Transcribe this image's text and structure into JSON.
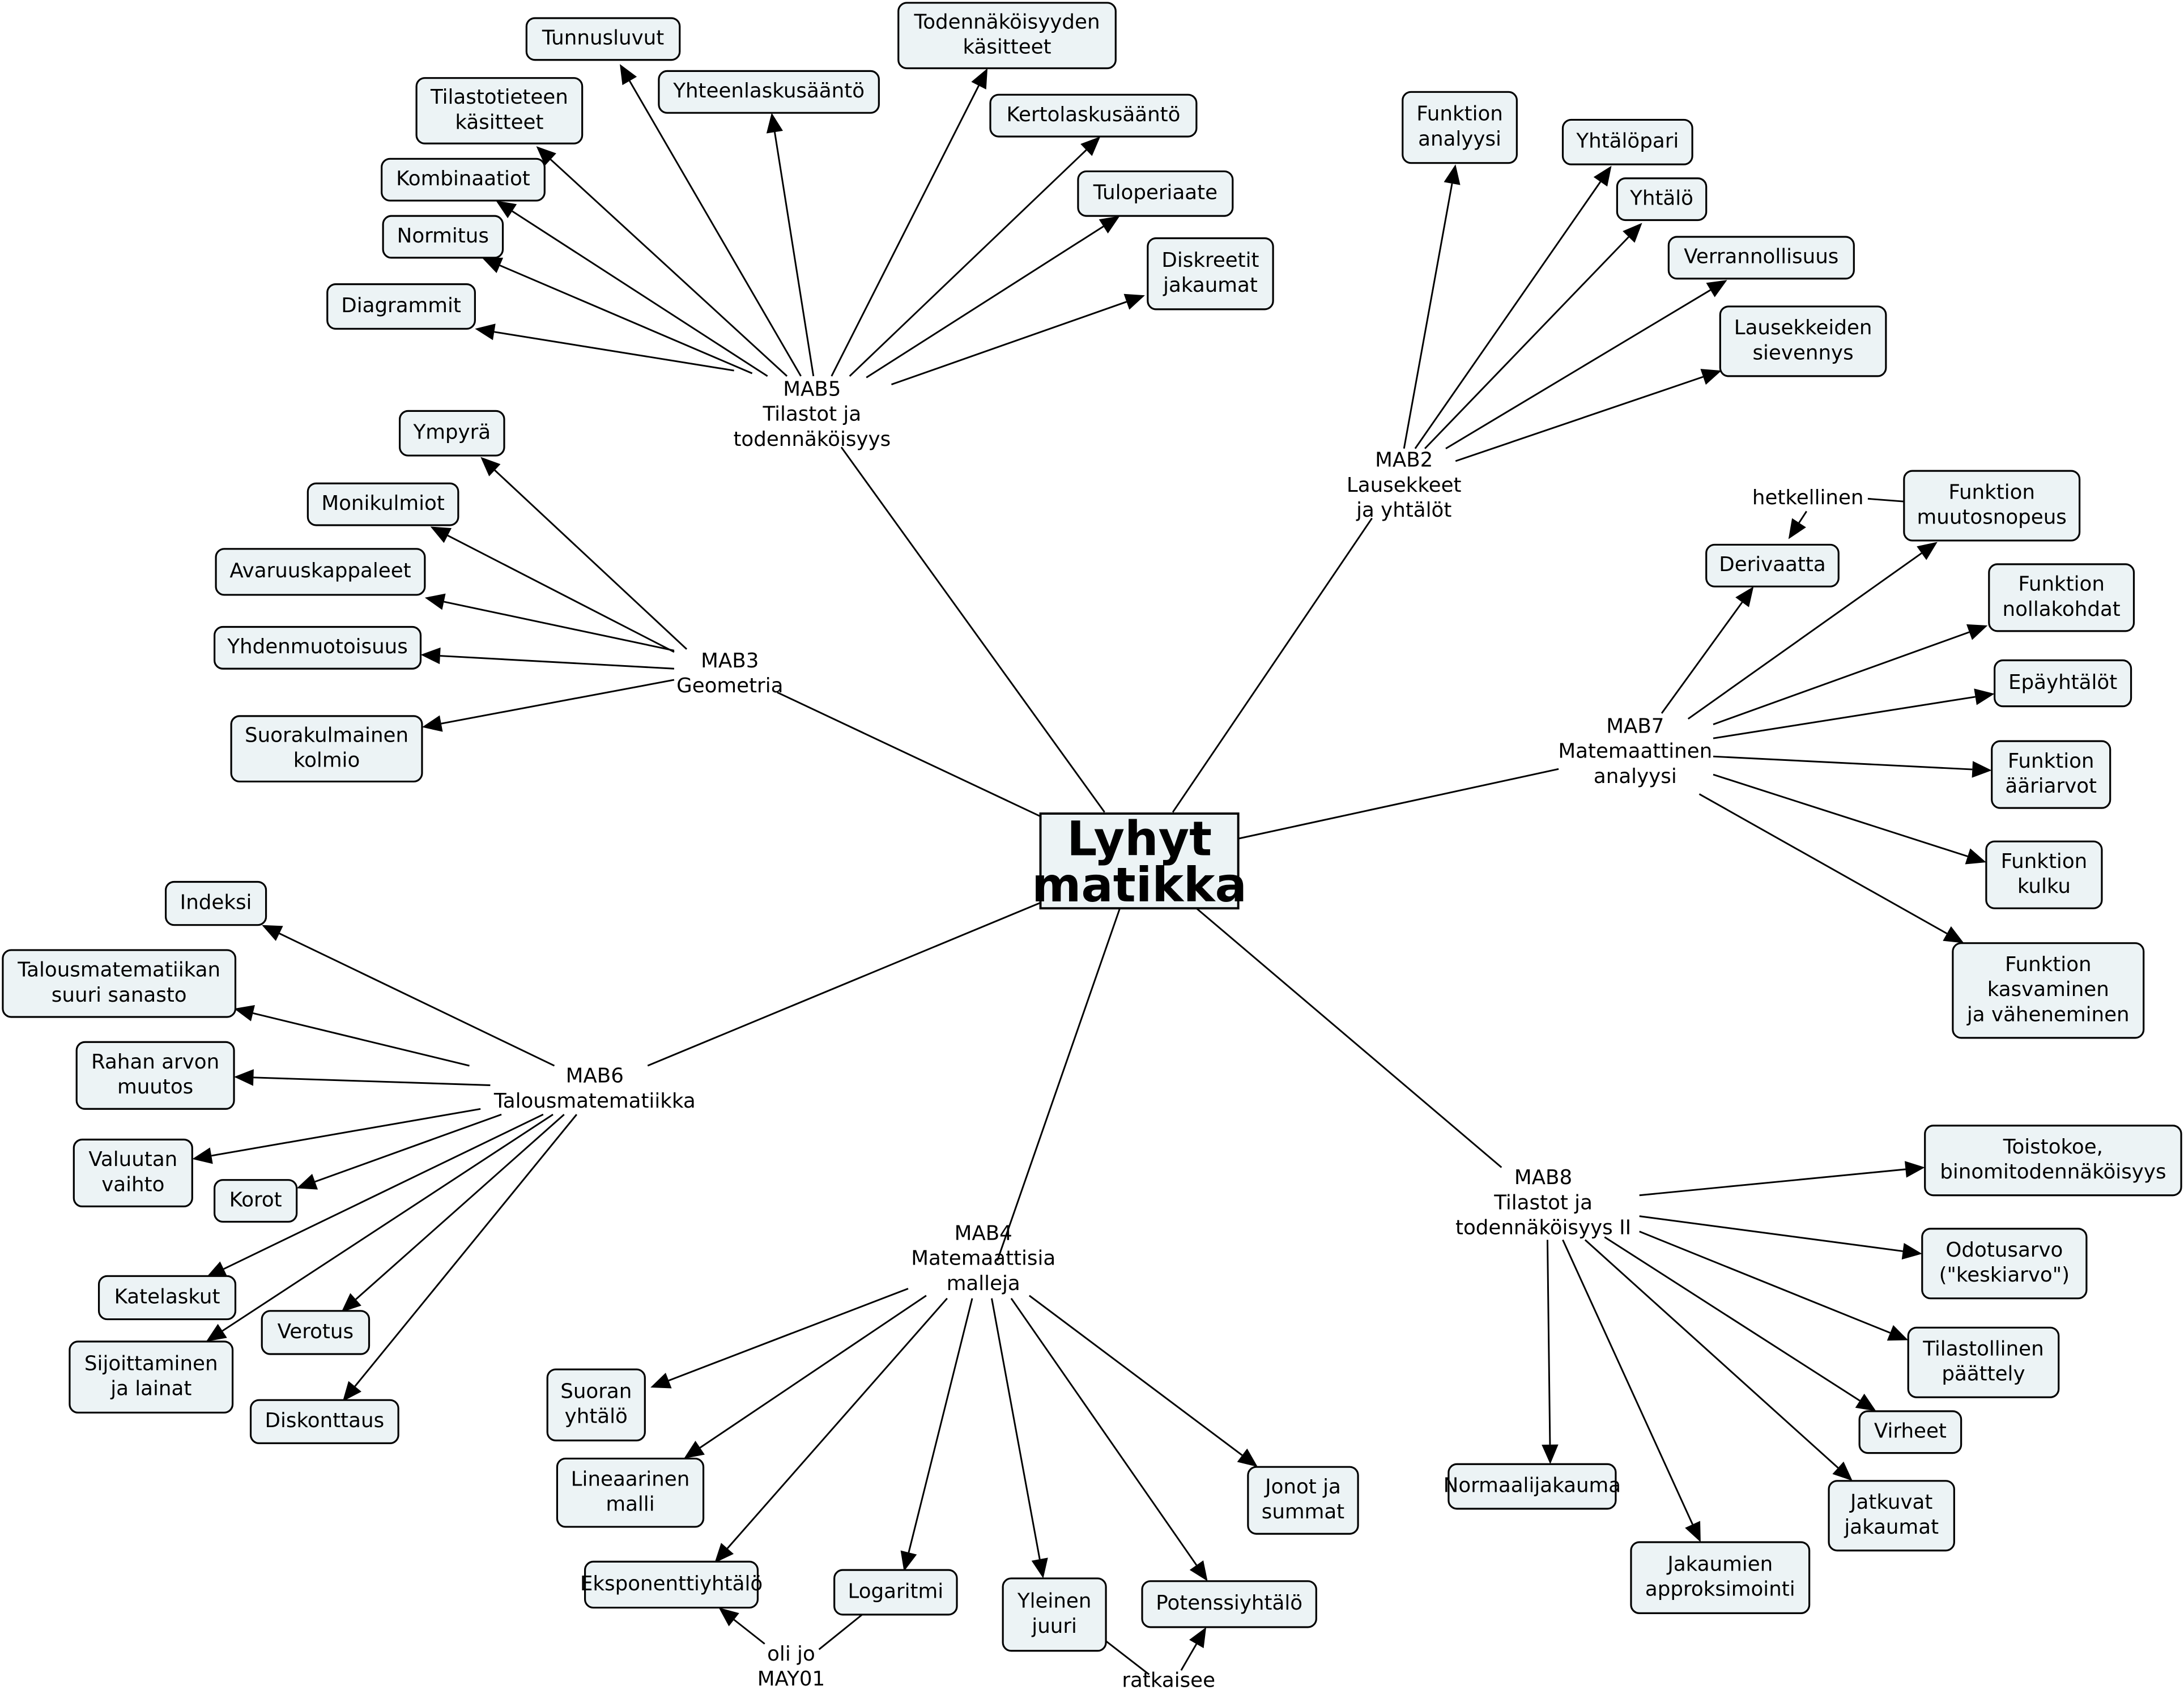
{
  "root": {
    "id": "root",
    "label": [
      "Lyhyt",
      "matikka"
    ]
  },
  "hubs": [
    {
      "id": "mab5",
      "label": [
        "MAB5",
        "Tilastot ja",
        "todennäköisyys"
      ]
    },
    {
      "id": "mab2",
      "label": [
        "MAB2",
        "Lausekkeet",
        "ja yhtälöt"
      ]
    },
    {
      "id": "mab3",
      "label": [
        "MAB3",
        "Geometria"
      ]
    },
    {
      "id": "mab7",
      "label": [
        "MAB7",
        "Matemaattinen",
        "analyysi"
      ]
    },
    {
      "id": "mab6",
      "label": [
        "MAB6",
        "Talousmatematiikka"
      ]
    },
    {
      "id": "mab4",
      "label": [
        "MAB4",
        "Matemaattisia",
        "malleja"
      ]
    },
    {
      "id": "mab8",
      "label": [
        "MAB8",
        "Tilastot ja",
        "todennäköisyys II"
      ]
    }
  ],
  "nodes": [
    {
      "id": "tunnusluvut",
      "hub": "mab5",
      "label": [
        "Tunnusluvut"
      ]
    },
    {
      "id": "yhteenlaskusaanto",
      "hub": "mab5",
      "label": [
        "Yhteenlaskusääntö"
      ]
    },
    {
      "id": "todennakoisyyden-kasitteet",
      "hub": "mab5",
      "label": [
        "Todennäköisyyden",
        "käsitteet"
      ]
    },
    {
      "id": "kertolaskusaanto",
      "hub": "mab5",
      "label": [
        "Kertolaskusääntö"
      ]
    },
    {
      "id": "tilastotieteen-kasitteet",
      "hub": "mab5",
      "label": [
        "Tilastotieteen",
        "käsitteet"
      ]
    },
    {
      "id": "kombinaatiot",
      "hub": "mab5",
      "label": [
        "Kombinaatiot"
      ]
    },
    {
      "id": "normitus",
      "hub": "mab5",
      "label": [
        "Normitus"
      ]
    },
    {
      "id": "diagrammit",
      "hub": "mab5",
      "label": [
        "Diagrammit"
      ]
    },
    {
      "id": "tuloperiaate",
      "hub": "mab5",
      "label": [
        "Tuloperiaate"
      ]
    },
    {
      "id": "diskreetit-jakaumat",
      "hub": "mab5",
      "label": [
        "Diskreetit",
        "jakaumat"
      ]
    },
    {
      "id": "funktion-analyysi",
      "hub": "mab2",
      "label": [
        "Funktion",
        "analyysi"
      ]
    },
    {
      "id": "yhtalopari",
      "hub": "mab2",
      "label": [
        "Yhtälöpari"
      ]
    },
    {
      "id": "yhtalo",
      "hub": "mab2",
      "label": [
        "Yhtälö"
      ]
    },
    {
      "id": "verrannollisuus",
      "hub": "mab2",
      "label": [
        "Verrannollisuus"
      ]
    },
    {
      "id": "lausekkeiden-sievennys",
      "hub": "mab2",
      "label": [
        "Lausekkeiden",
        "sievennys"
      ]
    },
    {
      "id": "ympyra",
      "hub": "mab3",
      "label": [
        "Ympyrä"
      ]
    },
    {
      "id": "monikulmiot",
      "hub": "mab3",
      "label": [
        "Monikulmiot"
      ]
    },
    {
      "id": "avaruuskappaleet",
      "hub": "mab3",
      "label": [
        "Avaruuskappaleet"
      ]
    },
    {
      "id": "yhdenmuotoisuus",
      "hub": "mab3",
      "label": [
        "Yhdenmuotoisuus"
      ]
    },
    {
      "id": "suorakulmainen-kolmio",
      "hub": "mab3",
      "label": [
        "Suorakulmainen",
        "kolmio"
      ]
    },
    {
      "id": "funktion-muutosnopeus",
      "hub": "mab7",
      "label": [
        "Funktion",
        "muutosnopeus"
      ]
    },
    {
      "id": "derivaatta",
      "hub": "mab7",
      "label": [
        "Derivaatta"
      ]
    },
    {
      "id": "funktion-nollakohdat",
      "hub": "mab7",
      "label": [
        "Funktion",
        "nollakohdat"
      ]
    },
    {
      "id": "epayhtalot",
      "hub": "mab7",
      "label": [
        "Epäyhtälöt"
      ]
    },
    {
      "id": "funktion-aariarvot",
      "hub": "mab7",
      "label": [
        "Funktion",
        "ääriarvot"
      ]
    },
    {
      "id": "funktion-kulku",
      "hub": "mab7",
      "label": [
        "Funktion",
        "kulku"
      ]
    },
    {
      "id": "funktion-kasvaminen",
      "hub": "mab7",
      "label": [
        "Funktion",
        "kasvaminen",
        "ja väheneminen"
      ]
    },
    {
      "id": "indeksi",
      "hub": "mab6",
      "label": [
        "Indeksi"
      ]
    },
    {
      "id": "talousmatematiikan-sanasto",
      "hub": "mab6",
      "label": [
        "Talousmatematiikan",
        "suuri sanasto"
      ]
    },
    {
      "id": "rahan-arvon-muutos",
      "hub": "mab6",
      "label": [
        "Rahan arvon",
        "muutos"
      ]
    },
    {
      "id": "valuutan-vaihto",
      "hub": "mab6",
      "label": [
        "Valuutan",
        "vaihto"
      ]
    },
    {
      "id": "korot",
      "hub": "mab6",
      "label": [
        "Korot"
      ]
    },
    {
      "id": "katelaskut",
      "hub": "mab6",
      "label": [
        "Katelaskut"
      ]
    },
    {
      "id": "verotus",
      "hub": "mab6",
      "label": [
        "Verotus"
      ]
    },
    {
      "id": "sijoittaminen",
      "hub": "mab6",
      "label": [
        "Sijoittaminen",
        "ja lainat"
      ]
    },
    {
      "id": "diskonttaus",
      "hub": "mab6",
      "label": [
        "Diskonttaus"
      ]
    },
    {
      "id": "suoran-yhtalo",
      "hub": "mab4",
      "label": [
        "Suoran",
        "yhtälö"
      ]
    },
    {
      "id": "lineaarinen-malli",
      "hub": "mab4",
      "label": [
        "Lineaarinen",
        "malli"
      ]
    },
    {
      "id": "eksponenttiyhtalo",
      "hub": "mab4",
      "label": [
        "Eksponenttiyhtälö"
      ]
    },
    {
      "id": "logaritmi",
      "hub": "mab4",
      "label": [
        "Logaritmi"
      ]
    },
    {
      "id": "yleinen-juuri",
      "hub": "mab4",
      "label": [
        "Yleinen",
        "juuri"
      ]
    },
    {
      "id": "potenssiyhtalo",
      "hub": "mab4",
      "label": [
        "Potenssiyhtälö"
      ]
    },
    {
      "id": "jonot-ja-summat",
      "hub": "mab4",
      "label": [
        "Jonot ja",
        "summat"
      ]
    },
    {
      "id": "toistokoe",
      "hub": "mab8",
      "label": [
        "Toistokoe,",
        "binomitodennäköisyys"
      ]
    },
    {
      "id": "odotusarvo",
      "hub": "mab8",
      "label": [
        "Odotusarvo",
        "(\"keskiarvo\")"
      ]
    },
    {
      "id": "tilastollinen-paattely",
      "hub": "mab8",
      "label": [
        "Tilastollinen",
        "päättely"
      ]
    },
    {
      "id": "virheet",
      "hub": "mab8",
      "label": [
        "Virheet"
      ]
    },
    {
      "id": "normaalijakauma",
      "hub": "mab8",
      "label": [
        "Normaalijakauma"
      ]
    },
    {
      "id": "jatkuvat-jakaumat",
      "hub": "mab8",
      "label": [
        "Jatkuvat",
        "jakaumat"
      ]
    },
    {
      "id": "jakaumien-approksimointi",
      "hub": "mab8",
      "label": [
        "Jakaumien",
        "approksimointi"
      ]
    }
  ],
  "link_labels": [
    {
      "id": "hetkellinen",
      "text": [
        "hetkellinen"
      ],
      "from": "funktion-muutosnopeus",
      "to": "derivaatta"
    },
    {
      "id": "oli-jo",
      "text": [
        "oli jo",
        "MAY01"
      ],
      "from": "logaritmi",
      "to": "eksponenttiyhtalo"
    },
    {
      "id": "ratkaisee",
      "text": [
        "ratkaisee"
      ],
      "from": "yleinen-juuri",
      "to": "potenssiyhtalo"
    }
  ]
}
